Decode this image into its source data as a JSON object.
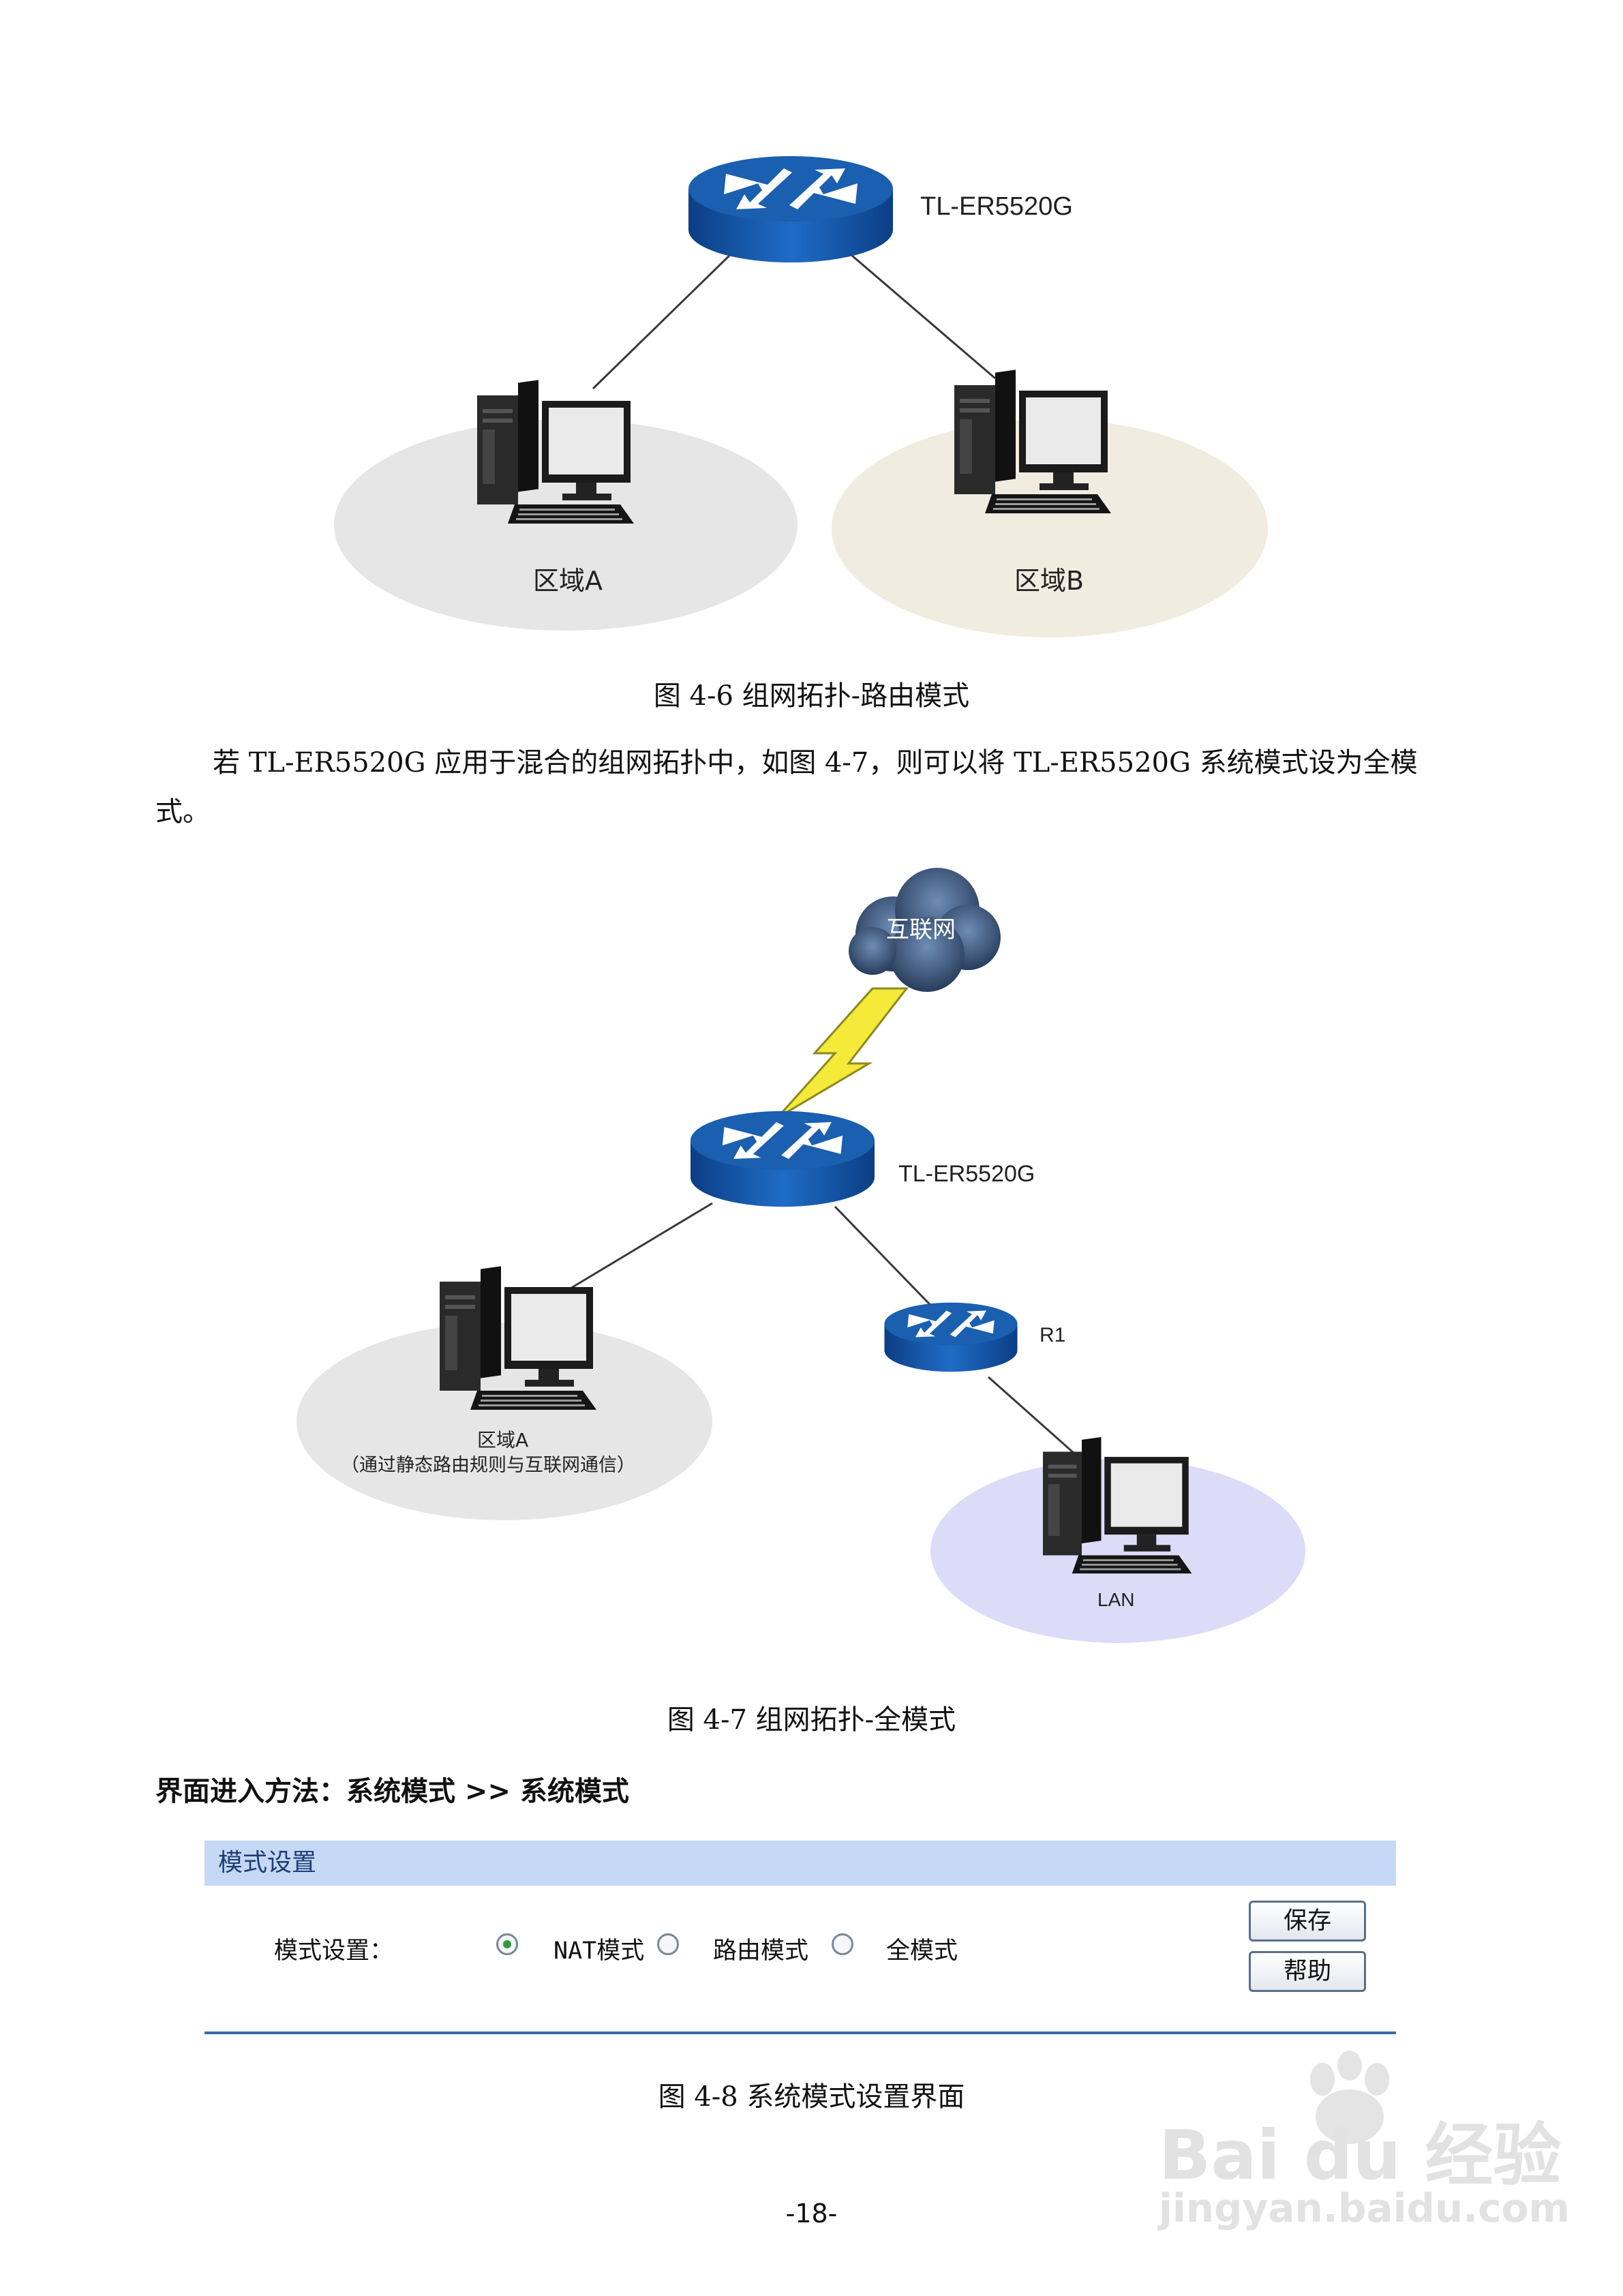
{
  "figure1": {
    "router_label": "TL-ER5520G",
    "zone_a": "区域A",
    "zone_b": "区域B",
    "caption": "图  4-6  组网拓扑-路由模式"
  },
  "paragraph": {
    "line1": "若 TL-ER5520G 应用于混合的组网拓扑中，如图  4-7，则可以将 TL-ER5520G 系统模式设为全模",
    "line2": "式。"
  },
  "figure2": {
    "cloud_label": "互联网",
    "router_label": "TL-ER5520G",
    "r1_label": "R1",
    "zone_a": "区域A",
    "zone_a_note": "（通过静态路由规则与互联网通信）",
    "lan": "LAN",
    "caption": "图  4-7  组网拓扑-全模式"
  },
  "nav": {
    "text": "界面进入方法：系统模式  >>  系统模式"
  },
  "panel": {
    "header": "模式设置",
    "field_label": "模式设置：",
    "options": [
      {
        "label": "NAT模式",
        "selected": true
      },
      {
        "label": "路由模式",
        "selected": false
      },
      {
        "label": "全模式",
        "selected": false
      }
    ],
    "save_button": "保存",
    "help_button": "帮助",
    "caption": "图  4-8  系统模式设置界面"
  },
  "page_number": "-18-",
  "watermark": {
    "brand": "Bai du 经验",
    "url": "jingyan.baidu.com"
  },
  "colors": {
    "router_blue": "#1a5fb0",
    "zone_gray": "#e6e6e6",
    "zone_beige": "#f1ece0",
    "zone_lavender": "#dcdcf9",
    "panel_header": "#c5d8f6",
    "lightning": "#f5e93a"
  }
}
